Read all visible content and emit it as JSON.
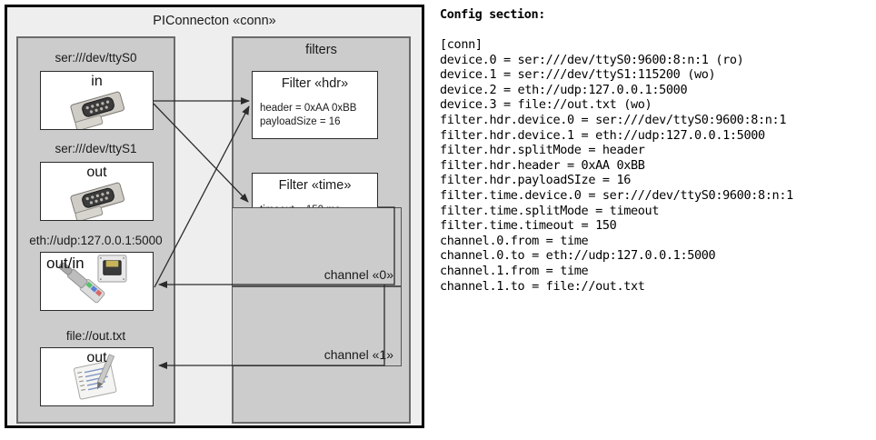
{
  "diagram": {
    "outer_title": "PIConnecton «conn»",
    "devices_group": {
      "title": "",
      "devices": [
        {
          "label": "ser:///dev/ttyS0",
          "direction": "in",
          "icon": "serial-db9-icon"
        },
        {
          "label": "ser:///dev/ttyS1",
          "direction": "out",
          "icon": "serial-db9-icon"
        },
        {
          "label": "eth://udp:127.0.0.1:5000",
          "direction": "out/in",
          "icon": "ethernet-rj45-icon"
        },
        {
          "label": "file://out.txt",
          "direction": "out",
          "icon": "text-file-icon"
        }
      ]
    },
    "filters_group": {
      "title": "filters",
      "filters": [
        {
          "title": "Filter «hdr»",
          "props": "header = 0xAA 0xBB\npayloadSize = 16"
        },
        {
          "title": "Filter «time»",
          "props": "timeout = 150 ms"
        }
      ]
    },
    "channels": [
      {
        "label": "channel «0»"
      },
      {
        "label": "channel «1»"
      }
    ]
  },
  "config": {
    "heading": "Config section:",
    "lines": [
      "[conn]",
      "device.0 = ser:///dev/ttyS0:9600:8:n:1 (ro)",
      "device.1 = ser:///dev/ttyS1:115200 (wo)",
      "device.2 = eth://udp:127.0.0.1:5000",
      "device.3 = file://out.txt (wo)",
      "filter.hdr.device.0 = ser:///dev/ttyS0:9600:8:n:1",
      "filter.hdr.device.1 = eth://udp:127.0.0.1:5000",
      "filter.hdr.splitMode = header",
      "filter.hdr.header = 0xAA 0xBB",
      "filter.hdr.payloadSIze = 16",
      "filter.time.device.0 = ser:///dev/ttyS0:9600:8:n:1",
      "filter.time.splitMode = timeout",
      "filter.time.timeout = 150",
      "channel.0.from = time",
      "channel.0.to = eth://udp:127.0.0.1:5000",
      "channel.1.from = time",
      "channel.1.to = file://out.txt"
    ]
  },
  "colors": {
    "outer_fill": "#eeeeee",
    "group_fill": "#cccccc",
    "node_fill": "#ffffff",
    "stroke": "#2b2b2b"
  }
}
